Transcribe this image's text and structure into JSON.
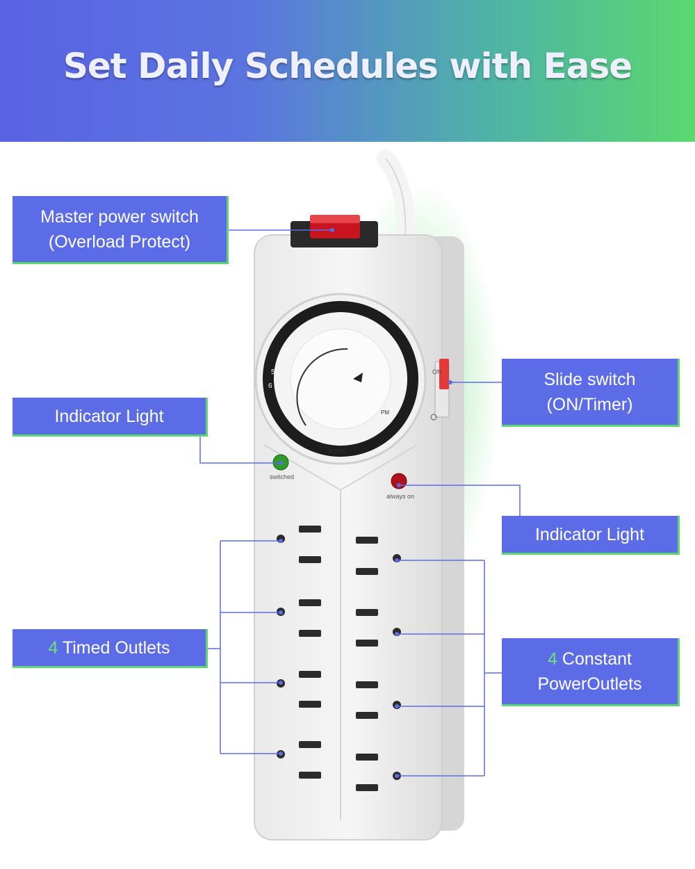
{
  "header": {
    "title": "Set Daily Schedules with Ease"
  },
  "callouts": {
    "master_switch": {
      "line1": "Master power switch",
      "line2": "(Overload Protect)"
    },
    "slide_switch": {
      "line1": "Slide switch",
      "line2": "(ON/Timer)"
    },
    "indicator_left": {
      "label": "Indicator Light"
    },
    "indicator_right": {
      "label": "Indicator Light"
    },
    "timed_outlets": {
      "count": "4",
      "label": " Timed Outlets"
    },
    "constant_outlets": {
      "count": "4",
      "line1": " Constant",
      "line2": "PowerOutlets"
    }
  },
  "device": {
    "light_switched_label": "switched",
    "light_always_label": "always on",
    "dial_hours_top": [
      "2",
      "1",
      "12",
      "11",
      "10",
      "9",
      "8",
      "7",
      "6"
    ],
    "dial_hours_left": [
      "3",
      "4",
      "5",
      "6"
    ],
    "dial_noon_label": "NOON",
    "dial_pm_label": "PM",
    "slide_on_label": "ON"
  },
  "colors": {
    "callout_bg": "#5c6be6",
    "callout_border": "#5bd86f",
    "accent_number": "#6fe07f",
    "leader_line": "#5c6be6",
    "light_green": "#2f9b2a",
    "light_red": "#b0121c",
    "rocker_red": "#c8141e"
  }
}
